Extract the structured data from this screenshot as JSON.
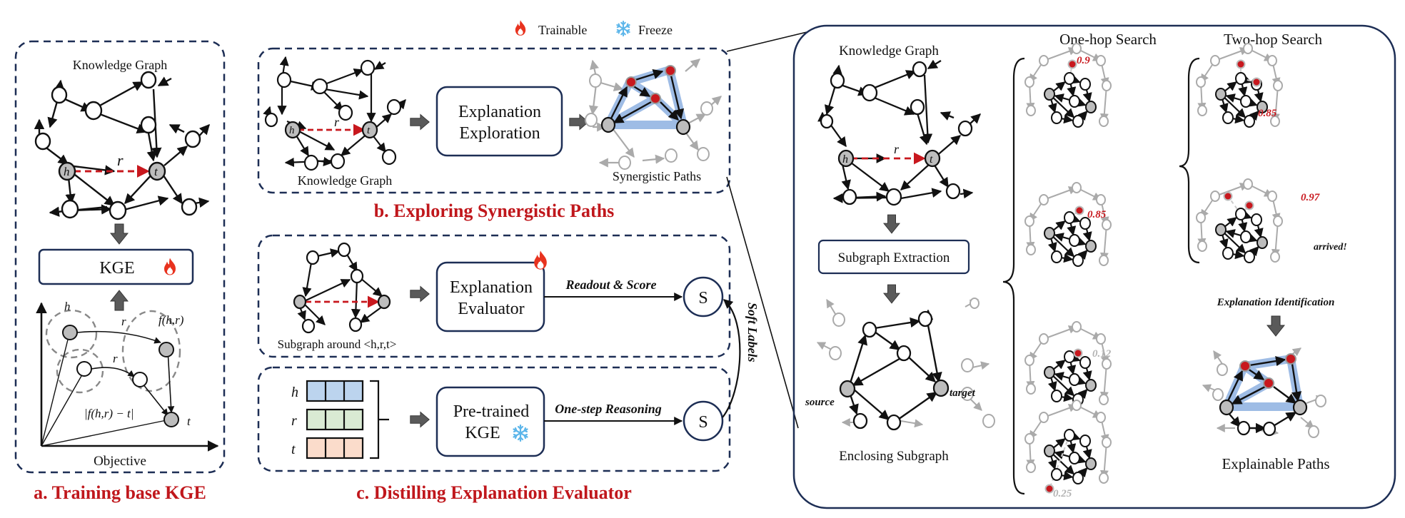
{
  "legend": {
    "trainable": "Trainable",
    "freeze": "Freeze"
  },
  "panel_a": {
    "kg_title": "Knowledge Graph",
    "h": "h",
    "t": "t",
    "r": "r",
    "kge_label": "KGE",
    "emb_h": "h",
    "emb_r1": "r",
    "emb_r2": "r",
    "emb_f": "f(h,r)",
    "emb_t": "t",
    "emb_dist": "|f(h,r) − t|",
    "objective": "Objective",
    "caption": "a. Training base KGE"
  },
  "panel_b": {
    "h": "h",
    "t": "t",
    "r": "r",
    "kg_label": "Knowledge Graph",
    "box_line1": "Explanation",
    "box_line2": "Exploration",
    "paths_label": "Synergistic Paths",
    "caption": "b. Exploring Synergistic Paths"
  },
  "panel_c": {
    "subgraph_label": "Subgraph around <h,r,t>",
    "evaluator_line1": "Explanation",
    "evaluator_line2": "Evaluator",
    "readout": "Readout & Score",
    "s1": "S",
    "emb_h": "h",
    "emb_r": "r",
    "emb_t": "t",
    "pretrained_line1": "Pre-trained",
    "pretrained_line2": "KGE",
    "one_step": "One-step Reasoning",
    "s2": "S",
    "soft_labels": "Soft Labels",
    "caption": "c. Distilling Explanation Evaluator"
  },
  "detail": {
    "kg_title": "Knowledge Graph",
    "h": "h",
    "t": "t",
    "r": "r",
    "subgraph_extraction": "Subgraph Extraction",
    "source": "source",
    "target": "target",
    "enclosing": "Enclosing Subgraph",
    "one_hop_title": "One-hop Search",
    "two_hop_title": "Two-hop Search",
    "one_hop_scores": [
      "0.9",
      "0.85",
      "0.12",
      "0.25"
    ],
    "two_hop_scores": [
      "0.85",
      "0.97"
    ],
    "arrived": "arrived!",
    "explanation_identification": "Explanation Identification",
    "explainable_paths": "Explainable Paths"
  }
}
